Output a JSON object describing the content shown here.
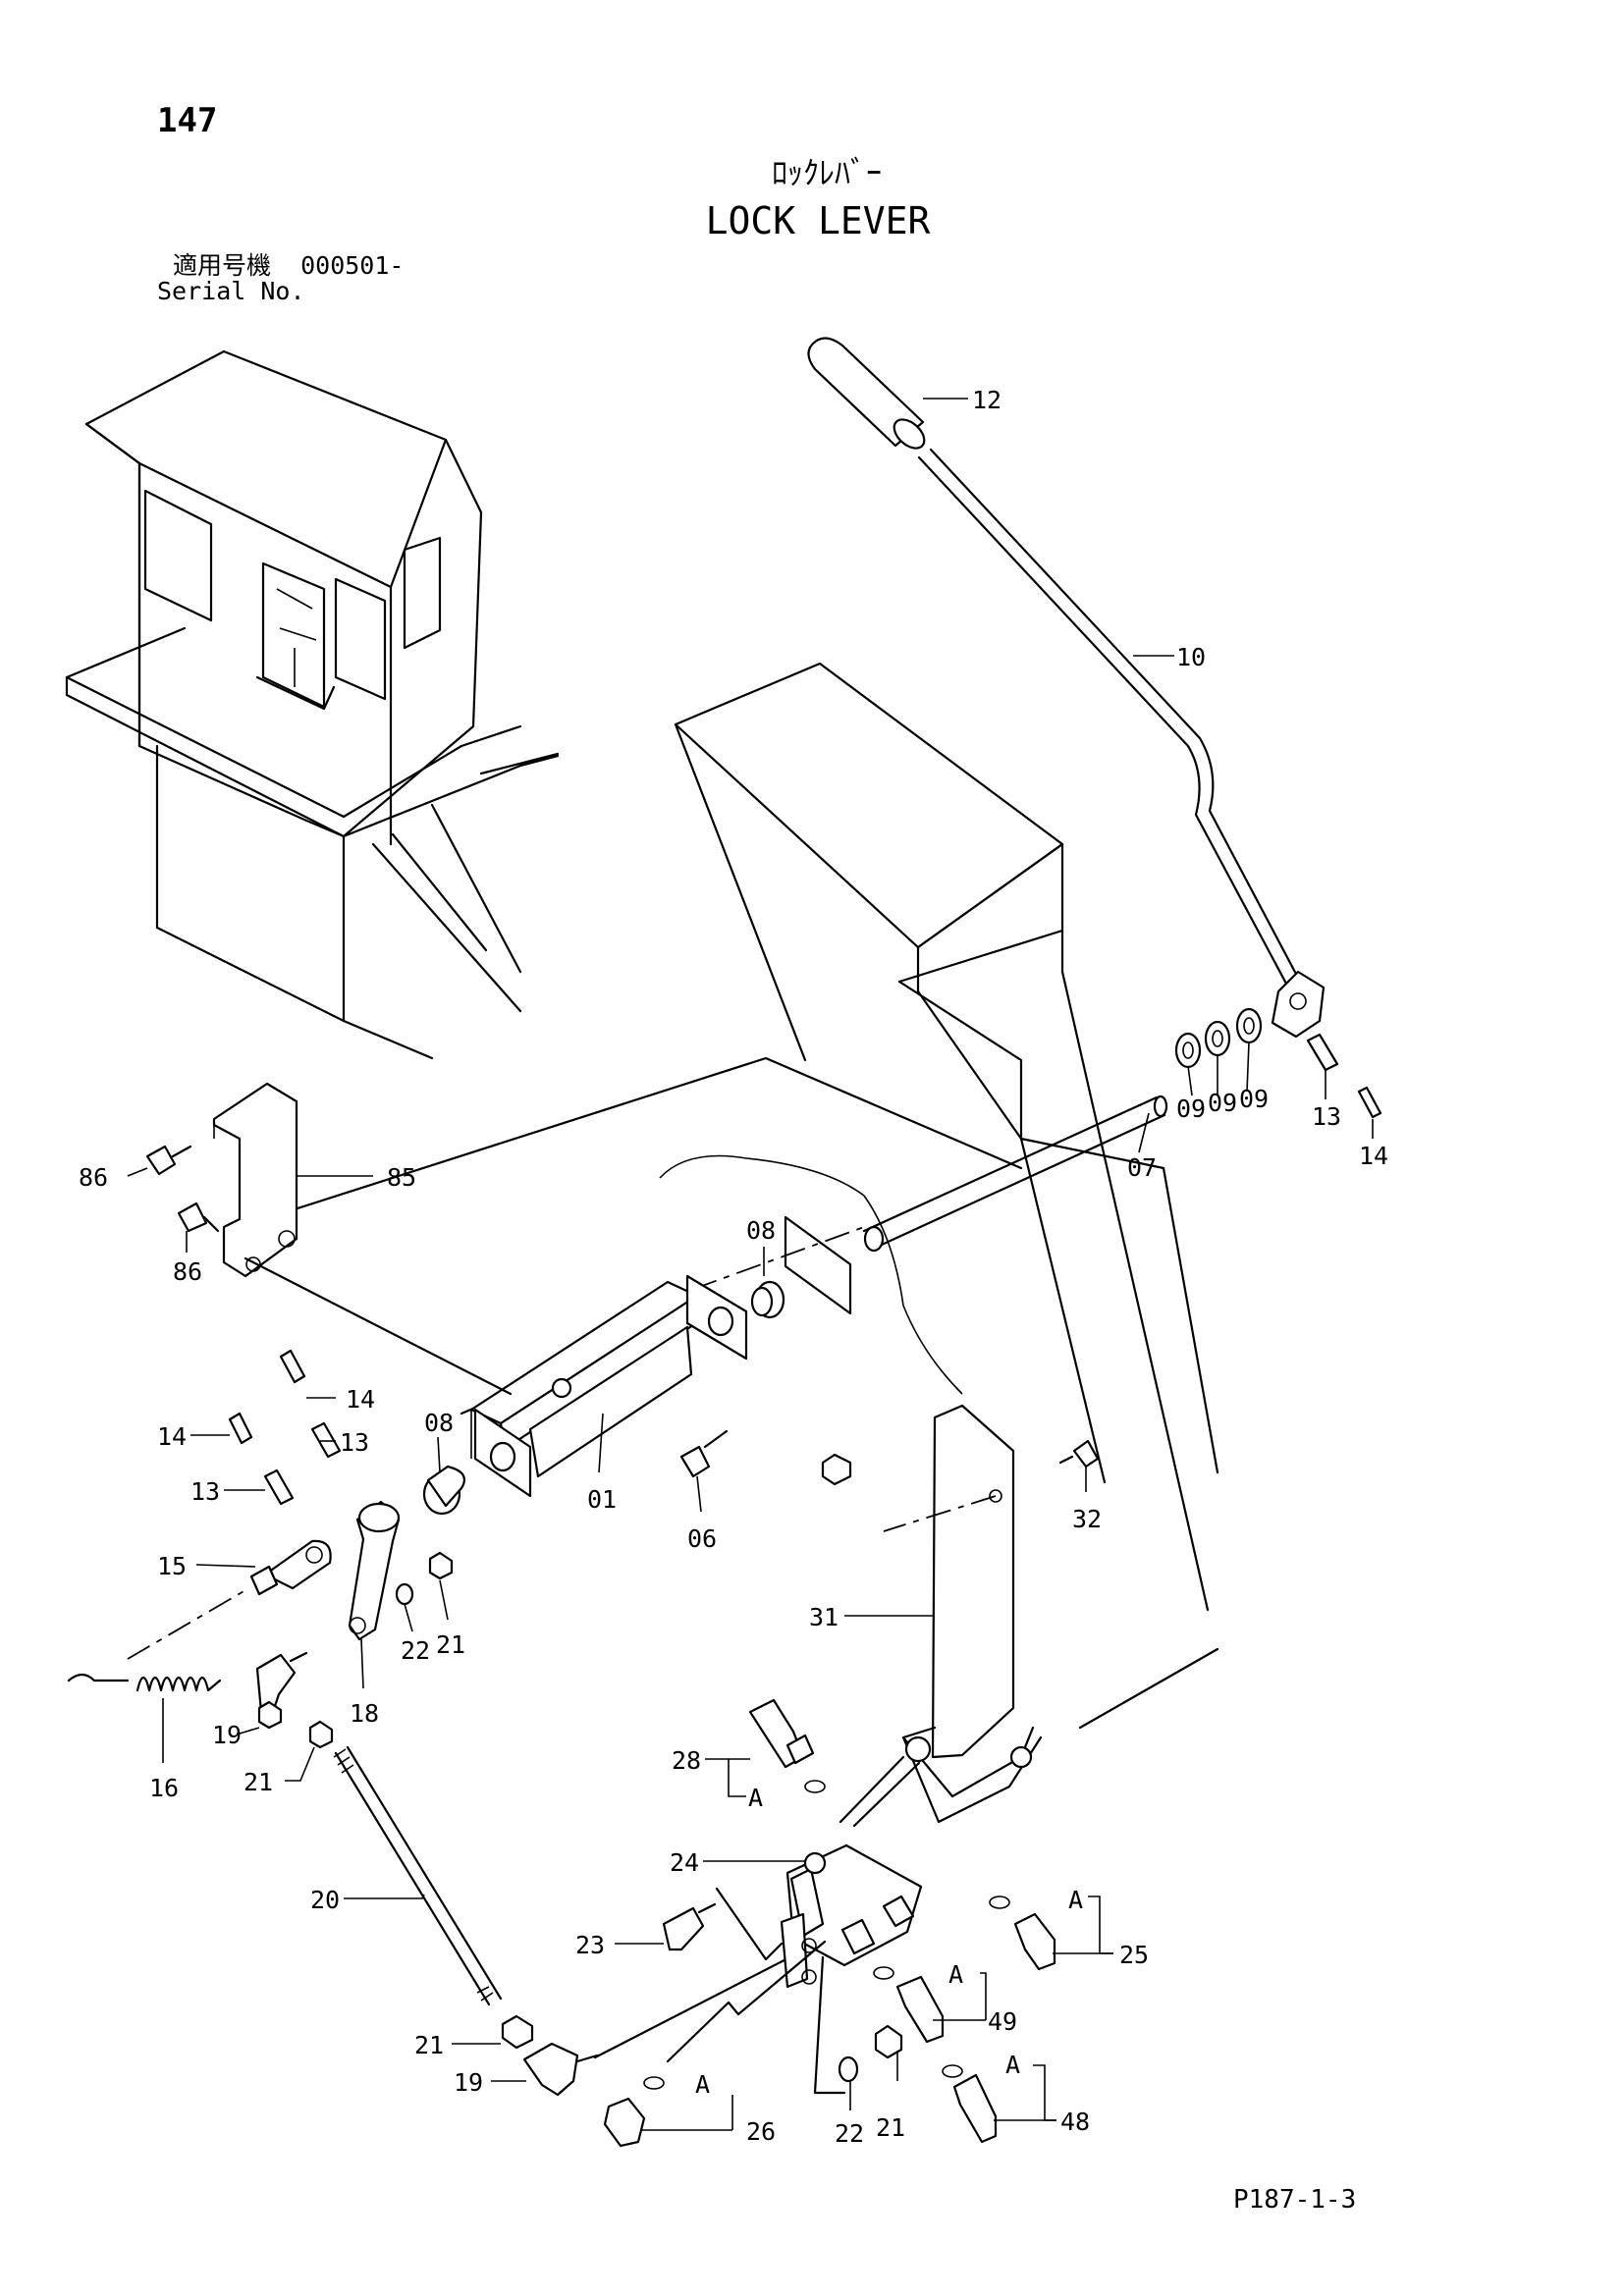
{
  "page_number": "147",
  "title_jp": "ﾛｯｸﾚﾊﾞｰ",
  "title_en": "LOCK LEVER",
  "serial_jp": "適用号機  000501-",
  "serial_en": "Serial No.",
  "figure_code": "P187-1-3",
  "callouts": {
    "c12": "12",
    "c10": "10",
    "c09a": "09",
    "c09b": "09",
    "c09c": "09",
    "c13a": "13",
    "c14a": "14",
    "c07": "07",
    "c86a": "86",
    "c85": "85",
    "c86b": "86",
    "c08a": "08",
    "c14b": "14",
    "c14c": "14",
    "c13b": "13",
    "c13c": "13",
    "c08b": "08",
    "c01": "01",
    "c06": "06",
    "c32": "32",
    "c15": "15",
    "c31": "31",
    "c22a": "22",
    "c21a": "21",
    "c18": "18",
    "c19a": "19",
    "c16": "16",
    "c21b": "21",
    "c28": "28",
    "cA1": "A",
    "c24": "24",
    "c20": "20",
    "cA2": "A",
    "c25": "25",
    "c23": "23",
    "cA3": "A",
    "c49": "49",
    "c21c": "21",
    "cA4": "A",
    "c19b": "19",
    "cA5": "A",
    "c26": "26",
    "c22b": "22",
    "c21d": "21",
    "c48": "48"
  }
}
